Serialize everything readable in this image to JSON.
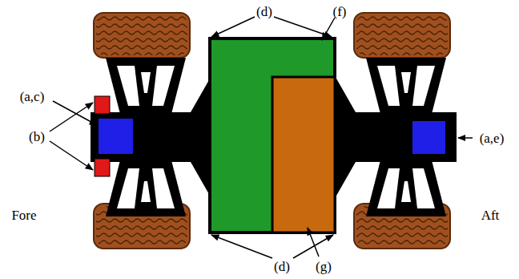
{
  "diagram": {
    "labels": [
      "(d)",
      "(f)",
      "(a,c)",
      "(b)",
      "(a,e)",
      "Fore",
      "Aft",
      "(d)",
      "(g)"
    ]
  }
}
